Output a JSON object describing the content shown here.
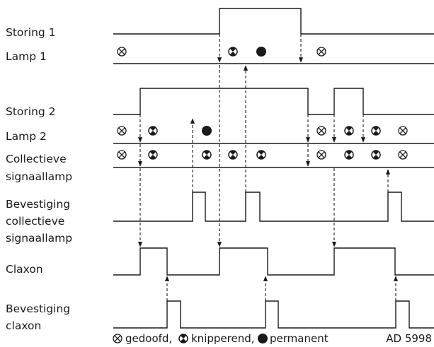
{
  "labels": {
    "storing1": "Storing 1",
    "lamp1": "Lamp 1",
    "storing2": "Storing 2",
    "lamp2": "Lamp 2",
    "collectieve_1": "Collectieve",
    "collectieve_2": "signaallamp",
    "bevestiging_c_1": "Bevestiging",
    "bevestiging_c_2": "collectieve",
    "bevestiging_c_3": "signaallamp",
    "claxon": "Claxon",
    "bevestiging_k_1": "Bevestiging",
    "bevestiging_k_2": "claxon"
  },
  "legend": {
    "off": "gedoofd,",
    "blink": "knipperend,",
    "on": "permanent",
    "code": "AD 5998"
  },
  "icons": {
    "off": "lamp-off-icon",
    "blink": "lamp-blinking-icon",
    "on": "lamp-on-icon"
  }
}
